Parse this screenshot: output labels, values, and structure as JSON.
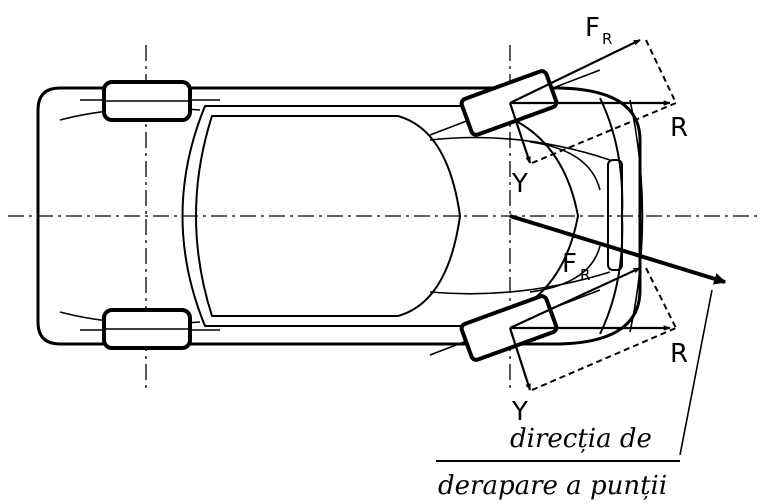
{
  "labels": {
    "fr_top": "F",
    "fr_top_sub": "R",
    "r_top": "R",
    "y_top": "Y",
    "fr_bottom": "F",
    "fr_bottom_sub": "R",
    "r_bottom": "R",
    "y_bottom": "Y"
  },
  "caption": {
    "line1": "direcția de",
    "line2": "derapare a punții"
  }
}
